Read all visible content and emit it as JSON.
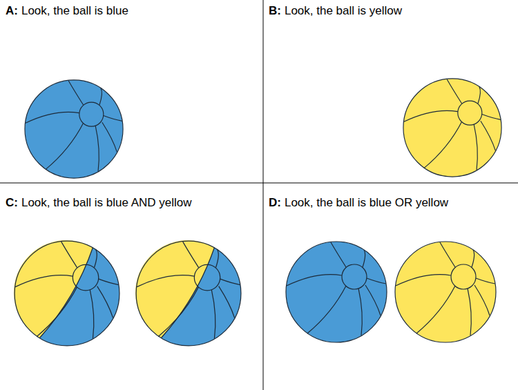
{
  "diagram": {
    "labels": [
      "A:",
      "Look, the ball is blue",
      "B:",
      "Look, the ball is yellow",
      "C:",
      "Look, the ball is blue AND yellow",
      "D:",
      "Look, the ball is blue OR yellow"
    ]
  }
}
